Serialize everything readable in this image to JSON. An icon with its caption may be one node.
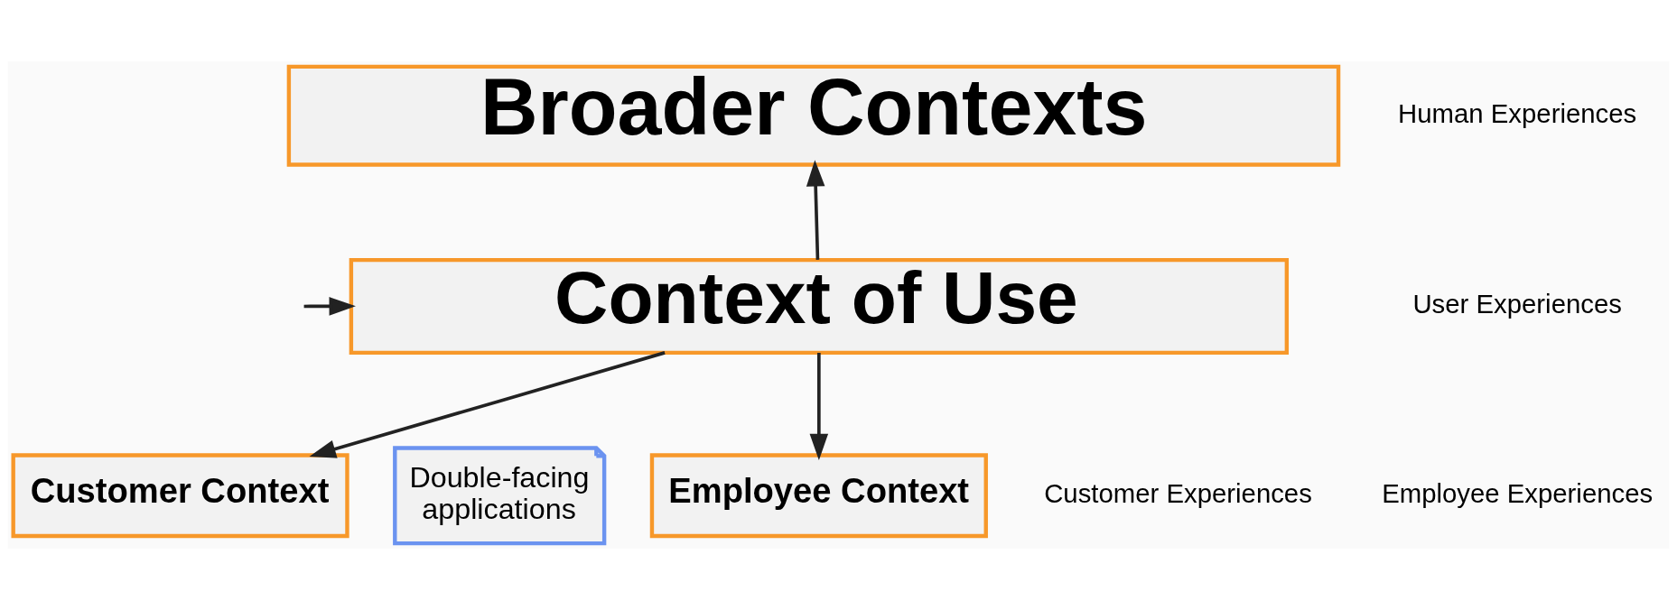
{
  "diagram": {
    "nodes": [
      {
        "text": [
          "Broader Contexts"
        ]
      },
      {
        "text": [
          "Context of Use"
        ]
      },
      {
        "text": [
          "Customer Context"
        ]
      },
      {
        "text": [
          "Double-facing applications"
        ]
      },
      {
        "text": [
          "Employee Context"
        ]
      }
    ],
    "edges": [
      {
        "from": 1,
        "to": 0,
        "arrow": "to"
      },
      {
        "from": null,
        "to": 1,
        "arrow": "to"
      },
      {
        "from": 1,
        "to": 2,
        "arrow": "to"
      },
      {
        "from": 1,
        "to": 4,
        "arrow": "to"
      }
    ],
    "labels": [
      "Human Experiences",
      "User Experiences",
      "Customer Experiences",
      "Employee Experiences"
    ]
  }
}
